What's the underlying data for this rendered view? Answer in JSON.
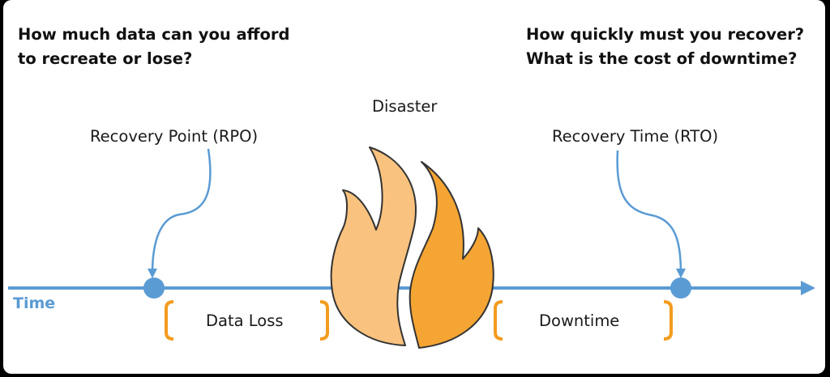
{
  "questions": {
    "left": {
      "line1": "How much data can you afford",
      "line2": "to recreate or lose?"
    },
    "right": {
      "line1": "How quickly must you recover?",
      "line2": "What is the cost of downtime?"
    }
  },
  "labels": {
    "disaster": "Disaster",
    "rpo": "Recovery Point (RPO)",
    "rto": "Recovery Time (RTO)",
    "data_loss": "Data Loss",
    "downtime": "Downtime",
    "time": "Time"
  },
  "colors": {
    "timeline": "#5a9bd4",
    "bracket": "#f39c1f",
    "flame_light": "#f9c27e",
    "flame_dark": "#f5a533",
    "flame_outline": "#333333"
  },
  "icons": {
    "disaster": "fire-icon"
  }
}
